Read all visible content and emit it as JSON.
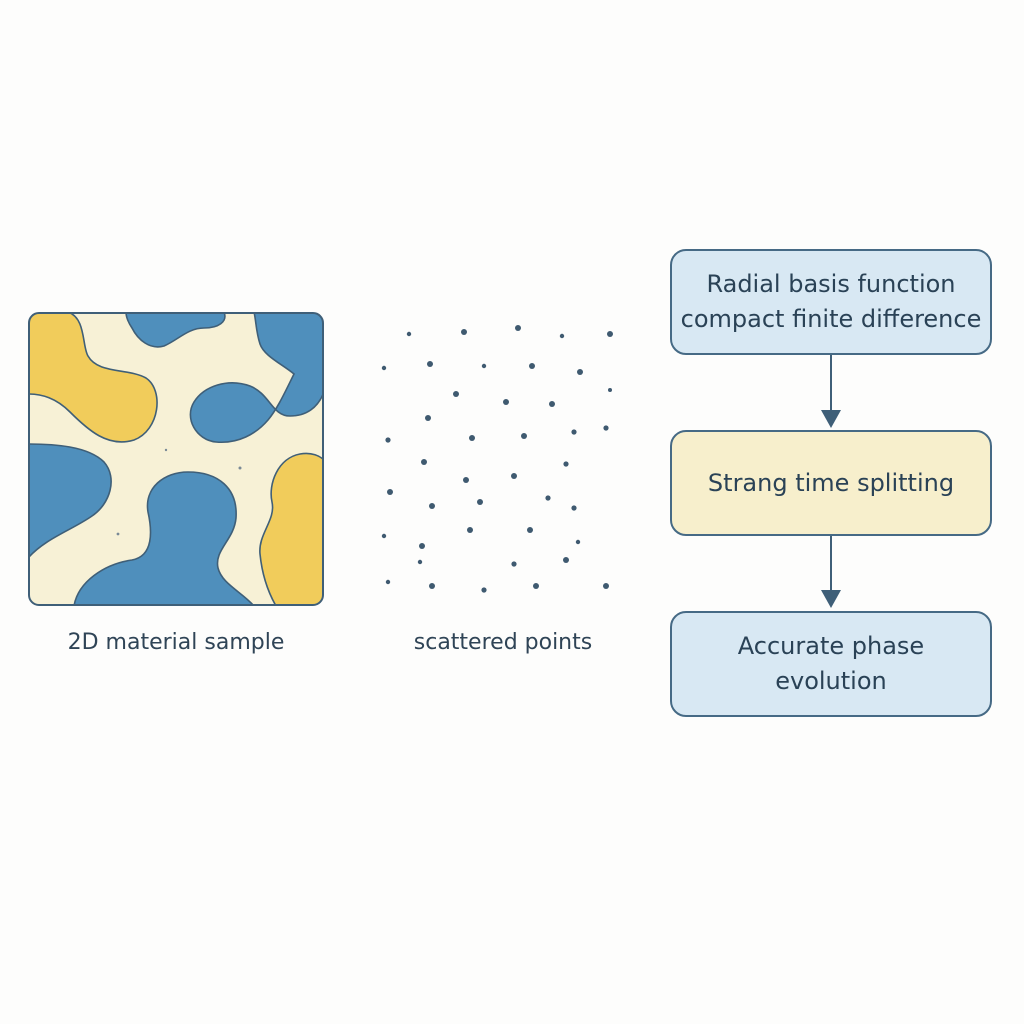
{
  "material": {
    "caption": "2D material sample",
    "colors": {
      "background": "#f7f1d6",
      "blue": "#4f8fbc",
      "yellow": "#f1cc5b",
      "outline": "#3f5f78"
    }
  },
  "points": {
    "caption": "scattered points",
    "color": "#3f5a70"
  },
  "flow": {
    "box1": {
      "lines": [
        "Radial basis function",
        "compact finite difference"
      ]
    },
    "box2": {
      "lines": [
        "Strang time splitting"
      ]
    },
    "box3": {
      "lines": [
        "Accurate phase",
        "evolution"
      ]
    },
    "colors": {
      "blue_box": "#d8e8f3",
      "yellow_box": "#f7efcc",
      "border": "#466a85",
      "arrow": "#3f5f78"
    }
  }
}
